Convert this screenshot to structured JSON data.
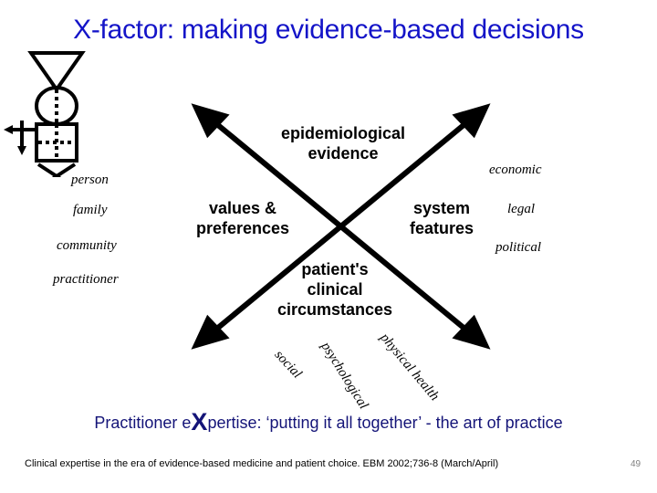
{
  "slide": {
    "title": "X-factor: making evidence-based decisions",
    "page_number": "49",
    "title_color": "#1414C8",
    "caption_color": "#141478",
    "diagram_color": "#000000",
    "background_color": "#ffffff"
  },
  "person_glyph": {
    "name": "person-figure-icon",
    "parts": [
      "inverted-triangle",
      "circle",
      "square",
      "x-cross",
      "left-arrow",
      "down-arrow"
    ]
  },
  "left_labels": [
    {
      "text": "person"
    },
    {
      "text": "family"
    },
    {
      "text": "community"
    },
    {
      "text": "practitioner"
    }
  ],
  "right_labels": [
    {
      "text": "economic"
    },
    {
      "text": "legal"
    },
    {
      "text": "political"
    }
  ],
  "x_headings": {
    "top": "epidemiological\nevidence",
    "left": "values &\npreferences",
    "right": "system\nfeatures",
    "bottom": "patient's\nclinical\ncircumstances"
  },
  "rotated_labels": [
    {
      "text": "social",
      "angle_deg": 47
    },
    {
      "text": "psychological",
      "angle_deg": 58
    },
    {
      "text": "physical health",
      "angle_deg": 50
    }
  ],
  "caption": {
    "before_x": "Practitioner e",
    "big_x": "X",
    "after_x": "pertise: ‘putting it all together’ - the art of practice"
  },
  "reference": "Clinical expertise in the era of evidence-based medicine and patient choice. EBM 2002;736-8 (March/April)"
}
